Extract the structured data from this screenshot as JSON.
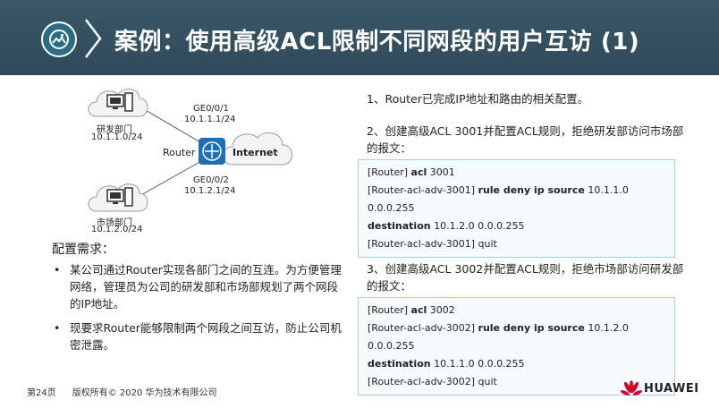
{
  "header": {
    "title": "案例：使用高级ACL限制不同网段的用户互访 (1)",
    "icon": "image-icon",
    "colors": {
      "bar": "#2e4a5b",
      "icon_bg": "#2a6b86"
    }
  },
  "diagram": {
    "rd_name": "研发部门",
    "rd_net": "10.1.1.0/24",
    "mkt_name": "市场部门",
    "mkt_net": "10.1.2.0/24",
    "if1_name": "GE0/0/1",
    "if1_ip": "10.1.1.1/24",
    "if2_name": "GE0/0/2",
    "if2_ip": "10.1.2.1/24",
    "router_label": "Router",
    "internet_label": "Internet"
  },
  "requirements": {
    "title": "配置需求：",
    "items": [
      "某公司通过Router实现各部门之间的互连。为方便管理网络，管理员为公司的研发部和市场部规划了两个网段的IP地址。",
      "现要求Router能够限制两个网段之间互访，防止公司机密泄露。"
    ]
  },
  "steps": {
    "s1": "1、Router已完成IP地址和路由的相关配置。",
    "s2": "2、创建高级ACL 3001并配置ACL规则，拒绝研发部访问市场部的报文：",
    "s3": "3、创建高级ACL 3002并配置ACL规则，拒绝市场部访问研发部的报文："
  },
  "code1": {
    "l1_prompt": "[Router]",
    "l1_kw": "acl",
    "l1_arg": "3001",
    "l2_prompt": "[Router-acl-adv-3001]",
    "l2_kw": "rule deny ip source",
    "l2_arg": "10.1.1.0 0.0.0.255",
    "l3_kw": "destination",
    "l3_arg": "10.1.2.0 0.0.0.255",
    "l4": "[Router-acl-adv-3001] quit"
  },
  "code2": {
    "l1_prompt": "[Router]",
    "l1_kw": "acl",
    "l1_arg": "3002",
    "l2_prompt": "[Router-acl-adv-3002]",
    "l2_kw": "rule deny ip source",
    "l2_arg": "10.1.2.0 0.0.0.255",
    "l3_kw": "destination",
    "l3_arg": "10.1.1.0 0.0.0.255",
    "l4": "[Router-acl-adv-3002] quit"
  },
  "footer": {
    "page": "第24页",
    "copyright": "版权所有© 2020 华为技术有限公司",
    "brand": "HUAWEI",
    "brand_color": "#cf0a2c"
  }
}
